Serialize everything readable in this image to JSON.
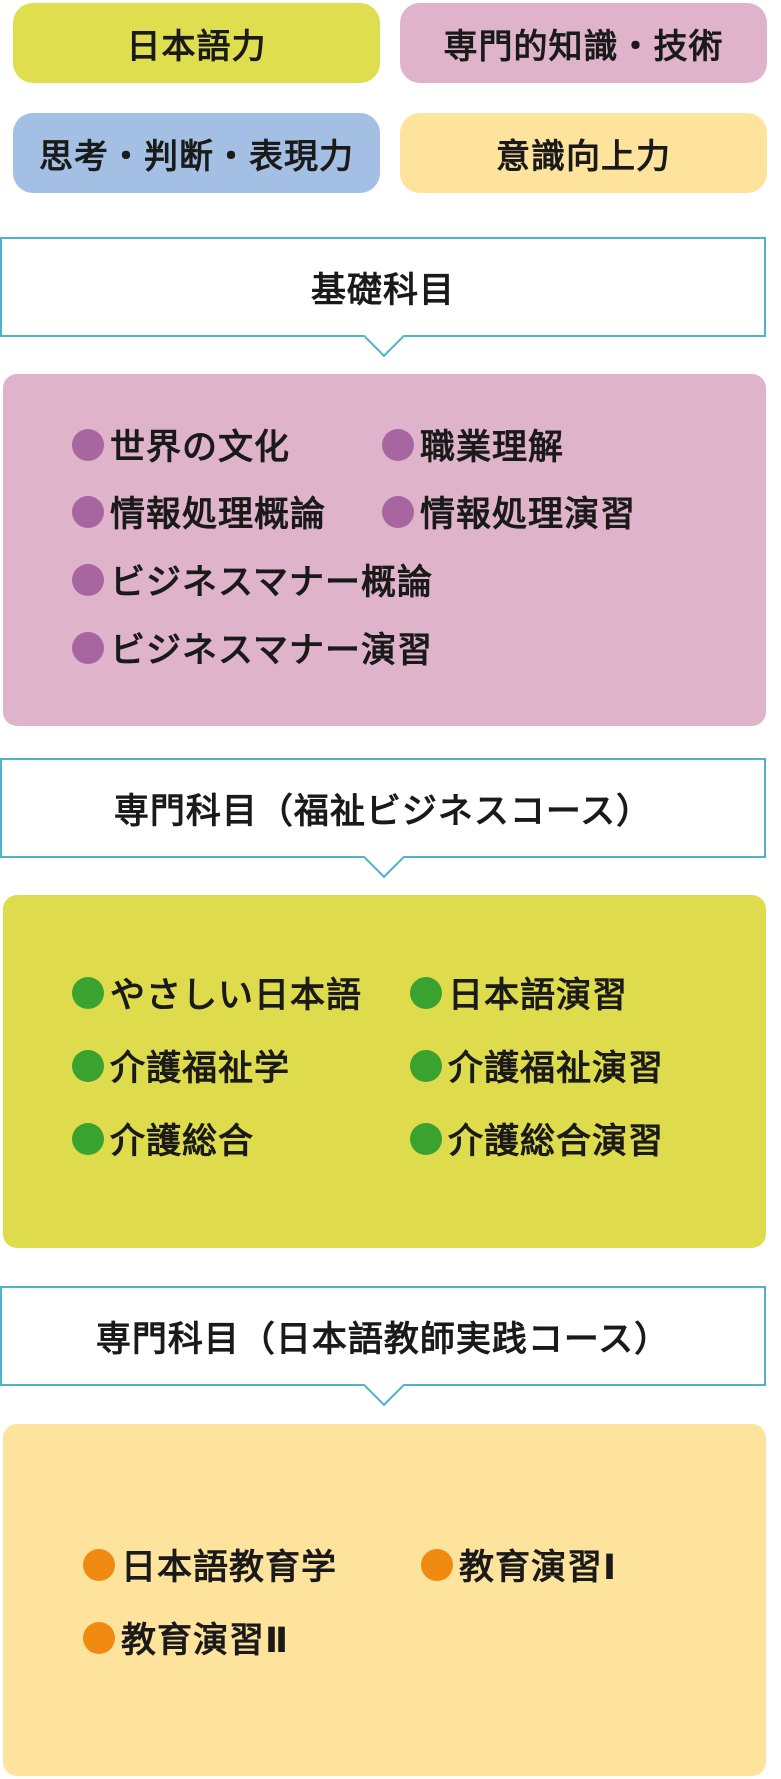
{
  "tags": [
    {
      "label": "日本語力",
      "color": "#dede4e"
    },
    {
      "label": "専門的知識・技術",
      "color": "#dfb4cb"
    },
    {
      "label": "思考・判断・表現力",
      "color": "#a3c0e4"
    },
    {
      "label": "意識向上力",
      "color": "#fde39c"
    }
  ],
  "sections": [
    {
      "title": "基礎科目",
      "panel_color": "#dfb4cb",
      "dot_color": "#a7669f",
      "items": [
        "世界の文化",
        "職業理解",
        "情報処理概論",
        "情報処理演習",
        "ビジネスマナー概論",
        "ビジネスマナー演習"
      ]
    },
    {
      "title": "専門科目（福祉ビジネスコース）",
      "panel_color": "#dedc4d",
      "dot_color": "#3aa22f",
      "items": [
        "やさしい日本語",
        "日本語演習",
        "介護福祉学",
        "介護福祉演習",
        "介護総合",
        "介護総合演習"
      ]
    },
    {
      "title": "専門科目（日本語教師実践コース）",
      "panel_color": "#fde39c",
      "dot_color": "#f18a10",
      "items": [
        "日本語教育学",
        "教育演習Ⅰ",
        "教育演習Ⅱ"
      ]
    }
  ],
  "accent_color": "#4fb3c8"
}
